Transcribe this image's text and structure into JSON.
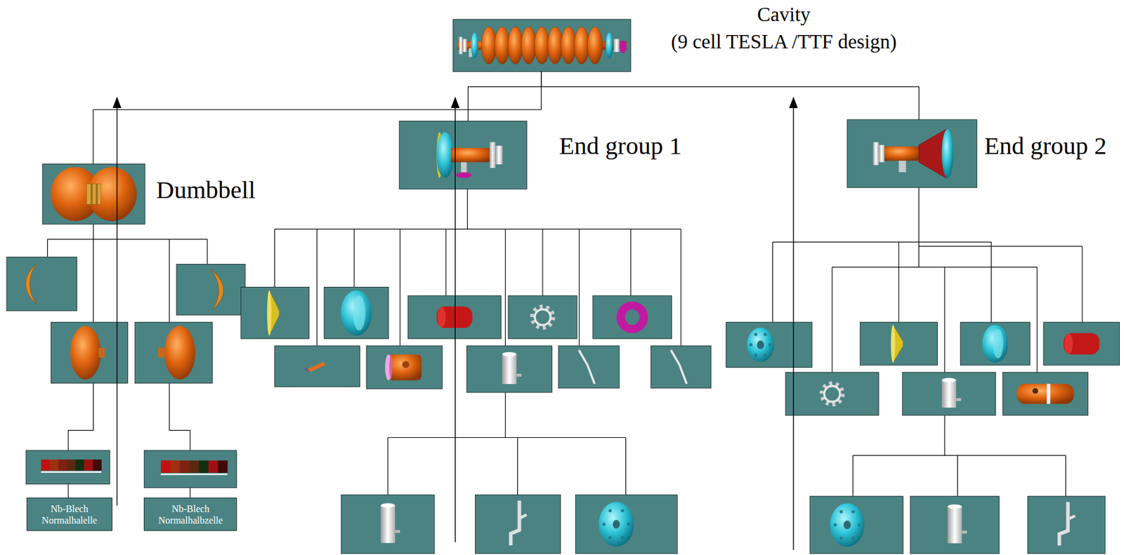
{
  "diagram": {
    "nodes": [
      {
        "text": [
          "Cavity",
          "(9 cell TESLA /TTF design)"
        ]
      },
      {
        "text": [
          "Dumbbell"
        ]
      },
      {
        "text": [
          "End group 1"
        ]
      },
      {
        "text": [
          "End group 2"
        ]
      },
      {
        "text": [
          "Nb-Blech Normalhalelle"
        ]
      },
      {
        "text": [
          "Nb-Blech Normalhalbzelle"
        ]
      }
    ],
    "edges": [
      {
        "from": 0,
        "to": 1,
        "arrow": "none"
      },
      {
        "from": 0,
        "to": 2,
        "arrow": "none"
      },
      {
        "from": 0,
        "to": 3,
        "arrow": "none"
      }
    ]
  }
}
